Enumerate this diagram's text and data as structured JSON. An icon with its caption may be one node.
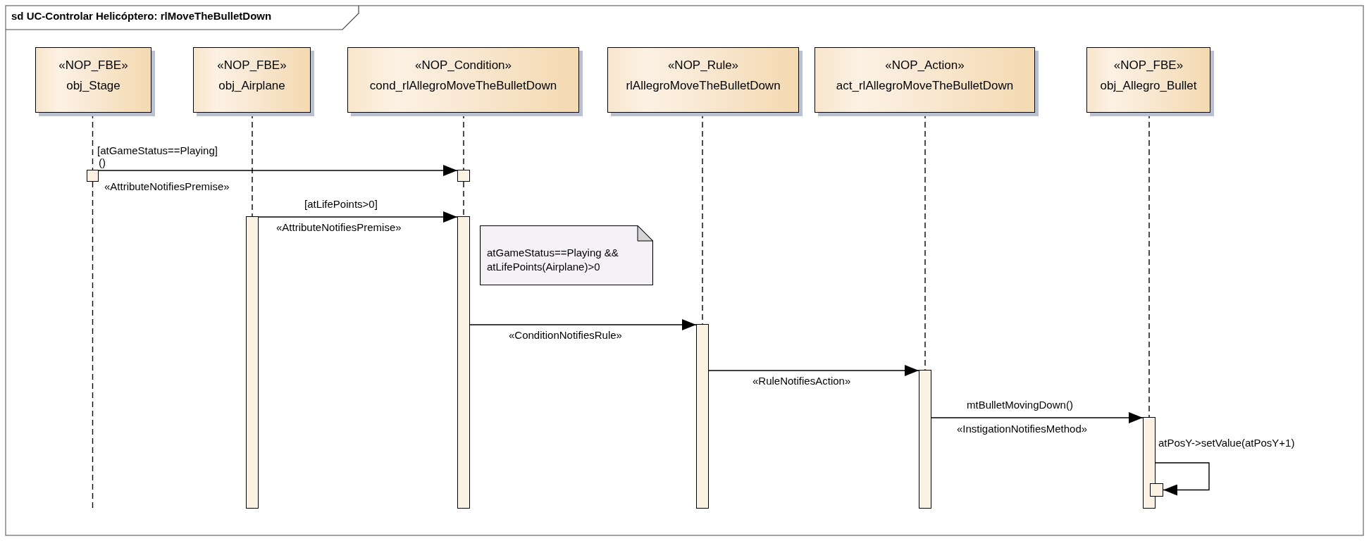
{
  "diagram": {
    "title": "sd UC-Controlar Helicóptero: rlMoveTheBulletDown",
    "nodes": [
      {
        "text": [
          "«NOP_FBE»",
          "obj_Stage"
        ]
      },
      {
        "text": [
          "«NOP_FBE»",
          "obj_Airplane"
        ]
      },
      {
        "text": [
          "«NOP_Condition»",
          "cond_rlAllegroMoveTheBulletDown"
        ]
      },
      {
        "text": [
          "«NOP_Rule»",
          "rlAllegroMoveTheBulletDown"
        ]
      },
      {
        "text": [
          "«NOP_Action»",
          "act_rlAllegroMoveTheBulletDown"
        ]
      },
      {
        "text": [
          "«NOP_FBE»",
          "obj_Allegro_Bullet"
        ]
      },
      {
        "text": [
          "atGameStatus==Playing && atLifePoints(Airplane)>0"
        ]
      },
      {
        "text": [],
        "shape": "bar"
      },
      {
        "text": [],
        "shape": "bar"
      },
      {
        "text": [],
        "shape": "bar"
      },
      {
        "text": [],
        "shape": "bar"
      },
      {
        "text": [],
        "shape": "bar"
      },
      {
        "text": [],
        "shape": "bar"
      },
      {
        "text": [],
        "shape": "bar"
      },
      {
        "text": [],
        "shape": "bar"
      }
    ],
    "edges": [
      {
        "from": 7,
        "to": 8,
        "arrow": "to",
        "label": "()"
      },
      {
        "from": 9,
        "to": 10,
        "arrow": "to",
        "label": "«AttributeNotifiesPremise»"
      },
      {
        "from": 10,
        "to": 11,
        "arrow": "to",
        "label": "«ConditionNotifiesRule»"
      },
      {
        "from": 11,
        "to": 12,
        "arrow": "to",
        "label": "«RuleNotifiesAction»"
      },
      {
        "from": 12,
        "to": 13,
        "arrow": "to",
        "label": "mtBulletMovingDown()"
      },
      {
        "from": 13,
        "to": 14,
        "arrow": "to",
        "label": "atPosY->setValue(atPosY+1)"
      },
      {
        "from": 0,
        "to": 7,
        "arrow": "none",
        "style": "dashed"
      },
      {
        "from": 7,
        "to": null,
        "arrow": "none",
        "style": "dashed"
      },
      {
        "from": 1,
        "to": 9,
        "arrow": "none",
        "style": "dashed"
      },
      {
        "from": 2,
        "to": 8,
        "arrow": "none",
        "style": "dashed"
      },
      {
        "from": 8,
        "to": 10,
        "arrow": "none",
        "style": "dashed"
      },
      {
        "from": 3,
        "to": 11,
        "arrow": "none",
        "style": "dashed"
      },
      {
        "from": 4,
        "to": 12,
        "arrow": "none",
        "style": "dashed"
      },
      {
        "from": 5,
        "to": 13,
        "arrow": "none",
        "style": "dashed"
      }
    ],
    "labels": [
      "[atGameStatus==Playing]",
      "«AttributeNotifiesPremise»",
      "[atLifePoints>0]",
      "«InstigationNotifiesMethod»"
    ]
  }
}
